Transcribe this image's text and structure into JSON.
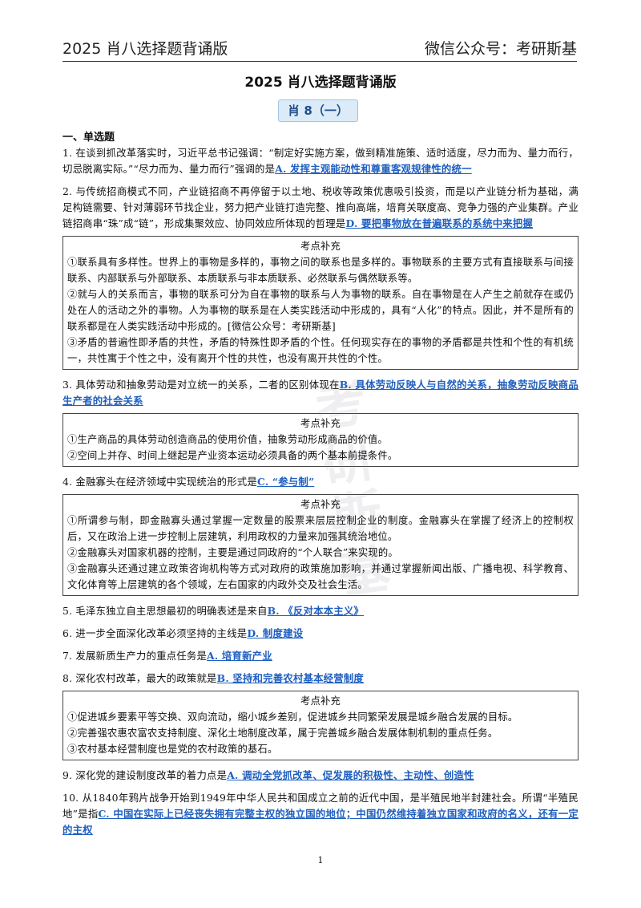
{
  "header": {
    "left": "2025 肖八选择题背诵版",
    "right": "微信公众号：考研斯基"
  },
  "title": "2025 肖八选择题背诵版",
  "section_pill": "肖 8（一）",
  "section_heading": "一、单选题",
  "watermark": "考研斯基",
  "items": [
    {
      "q": "1. 在谈到抓改革落实时，习近平总书记强调：“制定好实施方案，做到精准施策、适时适度，尽力而为、量力而行，切忌脱离实际。”“尽力而为、量力而行”强调的是",
      "a": "A. 发挥主观能动性和尊重客观规律性的统一"
    },
    {
      "q": "2. 与传统招商模式不同，产业链招商不再停留于以土地、税收等政策优惠吸引投资，而是以产业链分析为基础，满足构链需要、针对薄弱环节找企业，努力把产业链打造完整、推向高端，培育关联度高、竞争力强的产业集群。产业链招商串“珠”成“链”，形成集聚效应、协同效应所体现的哲理是",
      "a": "D. 要把事物放在普遍联系的系统中来把握"
    },
    {
      "q": "3. 具体劳动和抽象劳动是对立统一的关系，二者的区别体现在",
      "a": "B. 具体劳动反映人与自然的关系，抽象劳动反映商品生产者的社会关系"
    },
    {
      "q": "4. 金融寡头在经济领域中实现统治的形式是",
      "a": "C. “参与制”"
    },
    {
      "q": "5. 毛泽东独立自主思想最初的明确表述是来自",
      "a": "B. 《反对本本主义》"
    },
    {
      "q": "6. 进一步全面深化改革必须坚持的主线是",
      "a": "D. 制度建设"
    },
    {
      "q": "7. 发展新质生产力的重点任务是",
      "a": "A. 培育新产业"
    },
    {
      "q": "8. 深化农村改革，最大的政策就是",
      "a": "B. 坚持和完善农村基本经营制度"
    },
    {
      "q": "9. 深化党的建设制度改革的着力点是",
      "a": "A. 调动全党抓改革、促发展的积极性、主动性、创造性"
    },
    {
      "q": "10. 从1840年鸦片战争开始到1949年中华人民共和国成立之前的近代中国，是半殖民地半封建社会。所谓“半殖民地”是指",
      "a": "C. 中国在实际上已经丧失拥有完整主权的独立国的地位；中国仍然维持着独立国家和政府的名义，还有一定的主权"
    }
  ],
  "boxes": [
    {
      "title": "考点补充",
      "lines": [
        "①联系具有多样性。世界上的事物是多样的，事物之间的联系也是多样的。事物联系的主要方式有直接联系与间接联系、内部联系与外部联系、本质联系与非本质联系、必然联系与偶然联系等。",
        "②就与人的关系而言，事物的联系可分为自在事物的联系与人为事物的联系。自在事物是在人产生之前就存在或仍处在人的活动之外的事物。人为事物的联系是在人类实践活动中形成的，具有“人化”的特点。因此，并不是所有的联系都是在人类实践活动中形成的。[微信公众号：考研斯基]",
        "③矛盾的普遍性即矛盾的共性，矛盾的特殊性即矛盾的个性。任何现实存在的事物的矛盾都是共性和个性的有机统一，共性寓于个性之中，没有离开个性的共性，也没有离开共性的个性。"
      ]
    },
    {
      "title": "考点补充",
      "lines": [
        "①生产商品的具体劳动创造商品的使用价值，抽象劳动形成商品的价值。",
        "②空间上并存、时间上继起是产业资本运动必须具备的两个基本前提条件。"
      ]
    },
    {
      "title": "考点补充",
      "lines": [
        "①所谓参与制，即金融寡头通过掌握一定数量的股票来层层控制企业的制度。金融寡头在掌握了经济上的控制权后，又在政治上进一步控制上层建筑，利用政权的力量来加强其统治地位。",
        "②金融寡头对国家机器的控制，主要是通过同政府的“个人联合”来实现的。",
        "③金融寡头还通过建立政策咨询机构等方式对政府的政策施加影响，并通过掌握新闻出版、广播电视、科学教育、文化体育等上层建筑的各个领域，左右国家的内政外交及社会生活。"
      ]
    },
    {
      "title": "考点补充",
      "lines": [
        "①促进城乡要素平等交换、双向流动，缩小城乡差别，促进城乡共同繁荣发展是城乡融合发展的目标。",
        "②完善强农惠农富农支持制度、深化土地制度改革，属于完善城乡融合发展体制机制的重点任务。",
        "③农村基本经营制度也是党的农村政策的基石。"
      ]
    }
  ],
  "page_number": "1"
}
